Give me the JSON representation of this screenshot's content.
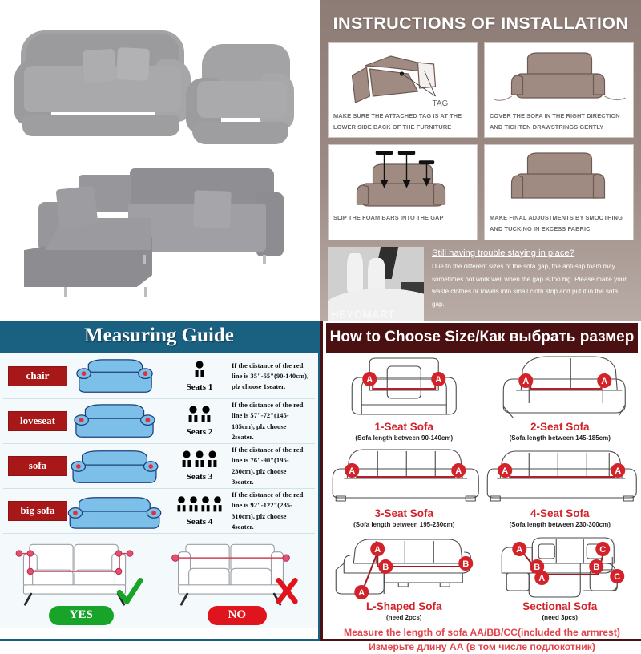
{
  "product": {
    "alt_sofa_set": "grey-stretch-sofa-cover-3seat-and-armchair",
    "alt_sectional": "grey-stretch-l-shaped-sectional-sofa-cover"
  },
  "instructions": {
    "title": "INSTRUCTIONS OF INSTALLATION",
    "steps": [
      {
        "caption": "MAKE SURE THE ATTACHED TAG IS AT THE LOWER SIDE BACK OF THE FURNITURE",
        "annotation": "TAG",
        "icon": "sofa-cover-tag-icon"
      },
      {
        "caption": "COVER THE SOFA IN THE RIGHT DIRECTION AND TIGHTEN DRAWSTRINGS GENTLY",
        "annotation": "",
        "icon": "sofa-drawstring-icon"
      },
      {
        "caption": "SLIP THE FOAM BARS INTO THE GAP",
        "annotation": "",
        "icon": "sofa-foam-bars-icon"
      },
      {
        "caption": "MAKE FINAL ADJUSTMENTS BY SMOOTHING AND TUCKING IN EXCESS FABRIC",
        "annotation": "",
        "icon": "sofa-finished-icon"
      }
    ],
    "trouble": {
      "heading": "Still having trouble staying in place?",
      "body": "Due to the different sizes of the sofa gap, the anti-slip foam may sometimes not work well when the gap is too big. Please make your waste clothes or towels into small cloth strip and put it in the sofa gap.",
      "watermark": "HEYOMART"
    },
    "colors": {
      "panel_bg_top": "#8d7c75",
      "panel_bg_bottom": "#b9aca6",
      "card_bg": "#ffffff"
    }
  },
  "measuring_guide": {
    "title": "Measuring Guide",
    "accent": "#1a6080",
    "tag_color": "#a81818",
    "rows": [
      {
        "tag": "chair",
        "seats_count": 1,
        "seats_label": "Seats 1",
        "description": "If the distance of the red line is 35\"-55\"(90-140cm), plz choose 1seater."
      },
      {
        "tag": "loveseat",
        "seats_count": 2,
        "seats_label": "Seats 2",
        "description": "If the distance of the red line is 57\"-72\"(145-185cm), plz choose 2seater."
      },
      {
        "tag": "sofa",
        "seats_count": 3,
        "seats_label": "Seats 3",
        "description": "If the distance of the red line is 76\"-90\"(195-230cm), plz choose 3seater."
      },
      {
        "tag": "big sofa",
        "seats_count": 4,
        "seats_label": "Seats 4",
        "description": "If the distance of the red line is 92\"-122\"(235-310cm), plz choose 4seater."
      }
    ],
    "yes": {
      "label": "YES",
      "mark": "✔",
      "color": "#17a429"
    },
    "no": {
      "label": "NO",
      "mark": "✘",
      "color": "#e0141c"
    }
  },
  "choose_size": {
    "title": "How to Choose Size/Как выбрать размер",
    "accent": "#4a1012",
    "name_color": "#d2232a",
    "items": [
      {
        "name": "1-Seat Sofa",
        "sub": "(Sofa length between 90-140cm)",
        "markers": [
          "A",
          "A"
        ]
      },
      {
        "name": "2-Seat Sofa",
        "sub": "(Sofa length between 145-185cm)",
        "markers": [
          "A",
          "A"
        ]
      },
      {
        "name": "3-Seat Sofa",
        "sub": "(Sofa length between 195-230cm)",
        "markers": [
          "A",
          "A"
        ]
      },
      {
        "name": "4-Seat Sofa",
        "sub": "(Sofa length between 230-300cm)",
        "markers": [
          "A",
          "A"
        ]
      },
      {
        "name": "L-Shaped Sofa",
        "sub": "(need 2pcs)",
        "markers": [
          "A",
          "B",
          "B",
          "A"
        ]
      },
      {
        "name": "Sectional Sofa",
        "sub": "(need 3pcs)",
        "markers": [
          "A",
          "C",
          "B",
          "B",
          "A",
          "C"
        ]
      }
    ],
    "footer_en": "Measure the length of sofa AA/BB/CC(included the armrest)",
    "footer_ru": "Измерьте длину АА (в том числе подлокотник)"
  }
}
